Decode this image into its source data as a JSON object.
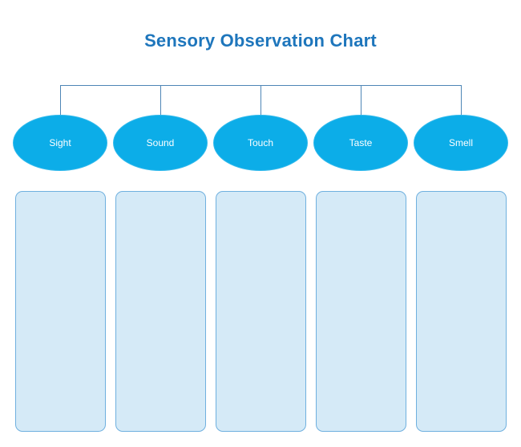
{
  "title": "Sensory Observation Chart",
  "nodes": [
    {
      "label": "Sight"
    },
    {
      "label": "Sound"
    },
    {
      "label": "Touch"
    },
    {
      "label": "Taste"
    },
    {
      "label": "Smell"
    }
  ],
  "panels": [
    {
      "for": "Sight",
      "content": ""
    },
    {
      "for": "Sound",
      "content": ""
    },
    {
      "for": "Touch",
      "content": ""
    },
    {
      "for": "Taste",
      "content": ""
    },
    {
      "for": "Smell",
      "content": ""
    }
  ],
  "colors": {
    "background": "#FFFFFF",
    "title_text": "#1E76BC",
    "connector": "#4E86B6",
    "node_fill": "#0CADE8",
    "node_border": "#31B9EC",
    "node_text": "#FFFFFF",
    "panel_fill": "#D5EAF7",
    "panel_border": "#6FB0DF"
  }
}
